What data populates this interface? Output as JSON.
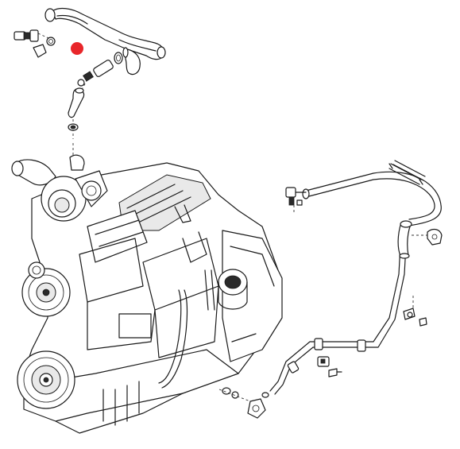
{
  "figure": {
    "marker_color": "#e8262a",
    "line_color": "#1a1a1a",
    "background": "#ffffff",
    "components": [
      "coolant-hose-upper",
      "hose-fittings-top-left",
      "hose-clamps",
      "hose-elbow-short",
      "banjo-fitting",
      "engine-block",
      "turbocharger",
      "crankshaft-pulley",
      "vibration-damper",
      "oil-filter",
      "return-pipe-long",
      "pipe-hose-rubber",
      "pipe-brackets",
      "bolts-set"
    ]
  }
}
